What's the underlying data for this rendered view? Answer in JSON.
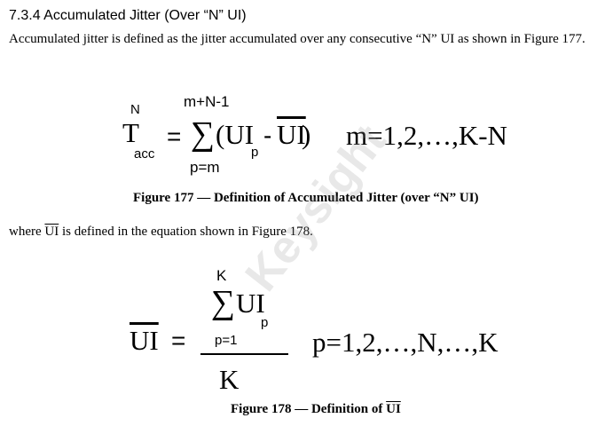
{
  "section": {
    "heading": "7.3.4   Accumulated Jitter (Over “N” UI)",
    "intro_text": "Accumulated jitter is defined as the jitter accumulated over any consecutive “N” UI as shown in Figure 177."
  },
  "equation_177": {
    "lhs_base": "T",
    "lhs_superscript": "N",
    "lhs_subscript": "acc",
    "equals": "=",
    "sum_upper_limit": "m+N-1",
    "sum_lower_limit": "p=m",
    "sigma": "∑",
    "open_term": "(UI",
    "term_subscript": "p",
    "minus": "-",
    "mean_term": "UI",
    "close_paren": ")",
    "range": "m=1,2,…,K-N"
  },
  "figure_177_caption": "Figure 177 — Definition of Accumulated Jitter (over “N” UI)",
  "where_text": {
    "prefix": "where ",
    "symbol": "UI",
    "suffix": " is defined in the equation shown in Figure 178."
  },
  "equation_178": {
    "lhs": "UI",
    "equals": "=",
    "sum_upper_limit": "K",
    "sigma": "∑",
    "term": "UI",
    "term_subscript": "p",
    "sum_lower_limit": "p=1",
    "denominator": "K",
    "range": "p=1,2,…,N,…,K"
  },
  "figure_178_caption": {
    "prefix": "Figure 178 — Definition of ",
    "symbol": "UI"
  },
  "watermark_text": "Keysight"
}
